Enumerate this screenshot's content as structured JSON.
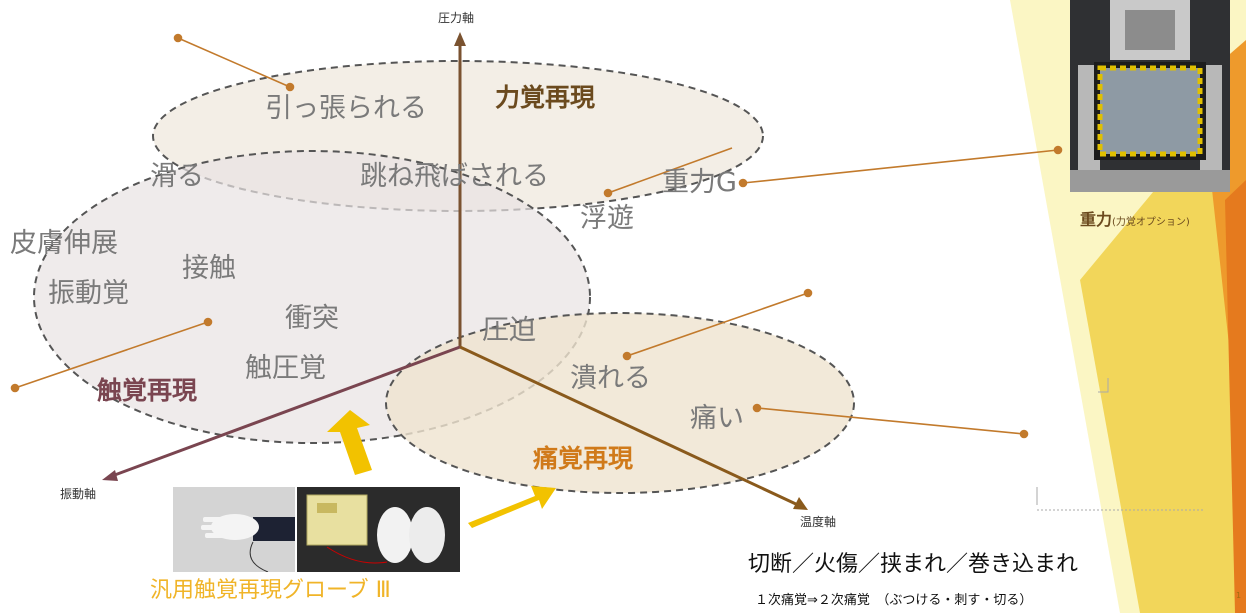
{
  "axes": {
    "pressure": "圧力軸",
    "vibration": "振動軸",
    "temperature": "温度軸"
  },
  "regions": {
    "force": "力覚再現",
    "tactile": "触覚再現",
    "pain": "痛覚再現"
  },
  "labels": {
    "pulled": "引っ張られる",
    "slip": "滑る",
    "bounced": "跳ね飛ばされる",
    "gravity_g": "重力G",
    "floating": "浮遊",
    "skin_stretch": "皮膚伸展",
    "vibration_sense": "振動覚",
    "contact": "接触",
    "collision": "衝突",
    "pressure_press": "圧迫",
    "tactile_pressure": "触圧覚",
    "crushed": "潰れる",
    "pain": "痛い"
  },
  "gravity_caption": {
    "main": "重力",
    "sub": "(力覚オプション)"
  },
  "glove_caption": "汎用触覚再現グローブ Ⅲ",
  "pain_notes": {
    "line1": "切断／火傷／挟まれ／巻き込まれ",
    "line2": "１次痛覚⇒２次痛覚　（ぶつける・刺す・切る）"
  },
  "page_number": "1",
  "colors": {
    "axis": "#7a5230",
    "leader": "#c27a2c",
    "force_title": "#6b4a1e",
    "tactile_title": "#7a4550",
    "pain_title": "#d07a1a",
    "glove_caption": "#f0b428",
    "arrow": "#f2c200"
  }
}
